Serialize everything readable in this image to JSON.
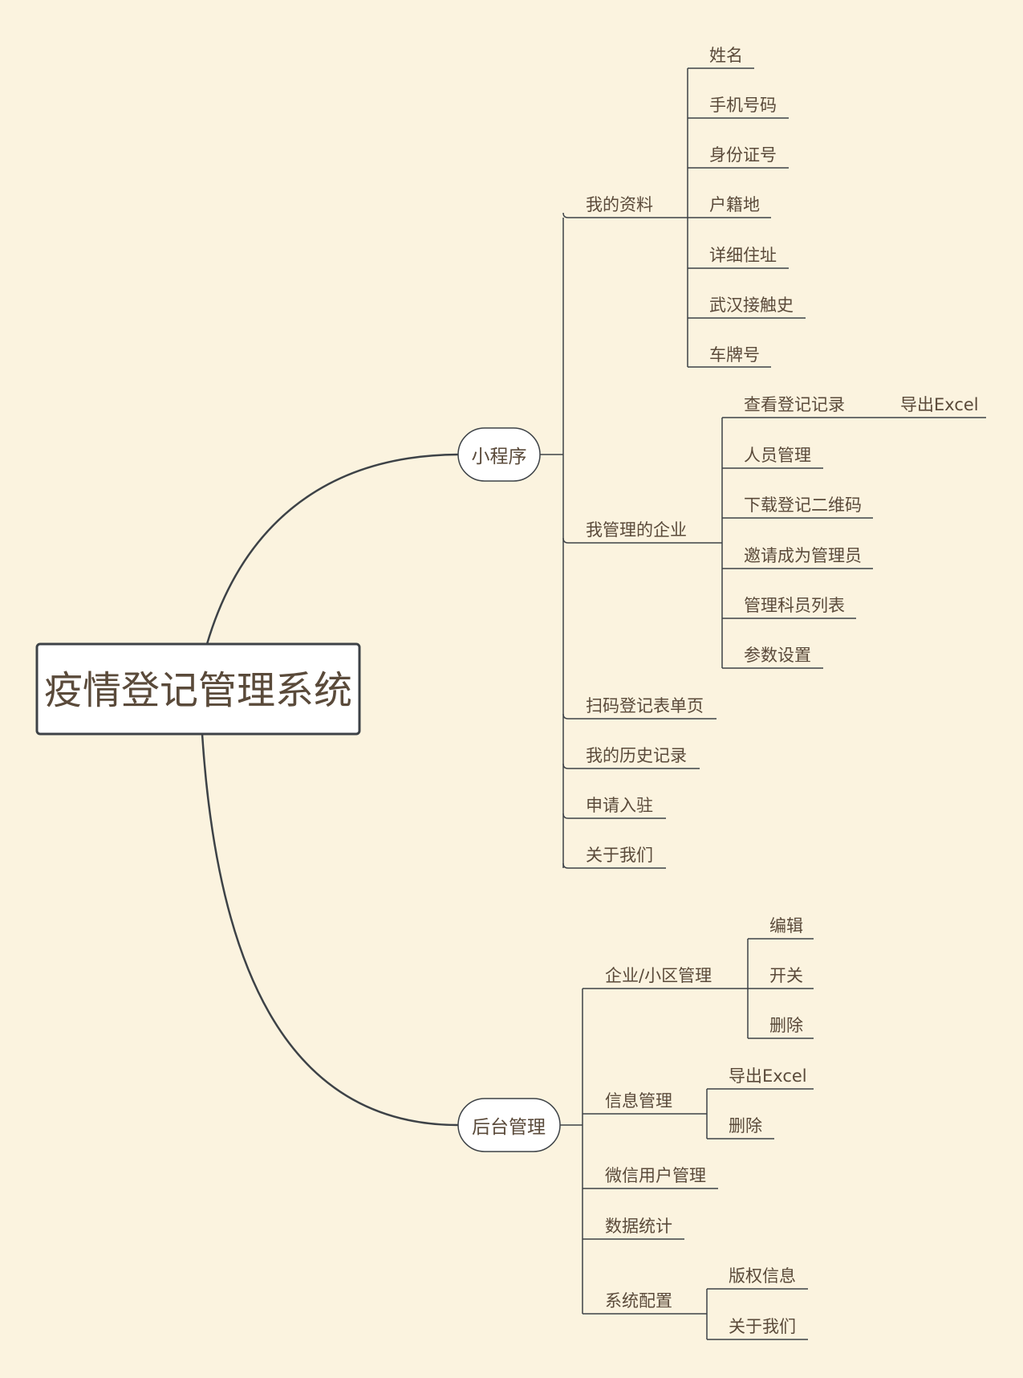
{
  "root": {
    "label": "疫情登记管理系统"
  },
  "branches": [
    {
      "label": "小程序",
      "children": [
        {
          "label": "我的资料",
          "children": [
            {
              "label": "姓名"
            },
            {
              "label": "手机号码"
            },
            {
              "label": "身份证号"
            },
            {
              "label": "户籍地"
            },
            {
              "label": "详细住址"
            },
            {
              "label": "武汉接触史"
            },
            {
              "label": "车牌号"
            }
          ]
        },
        {
          "label": "我管理的企业",
          "children": [
            {
              "label": "查看登记记录",
              "children": [
                {
                  "label": "导出Excel"
                }
              ]
            },
            {
              "label": "人员管理"
            },
            {
              "label": "下载登记二维码"
            },
            {
              "label": "邀请成为管理员"
            },
            {
              "label": "管理科员列表"
            },
            {
              "label": "参数设置"
            }
          ]
        },
        {
          "label": "扫码登记表单页"
        },
        {
          "label": "我的历史记录"
        },
        {
          "label": "申请入驻"
        },
        {
          "label": "关于我们"
        }
      ]
    },
    {
      "label": "后台管理",
      "children": [
        {
          "label": "企业/小区管理",
          "children": [
            {
              "label": "编辑"
            },
            {
              "label": "开关"
            },
            {
              "label": "删除"
            }
          ]
        },
        {
          "label": "信息管理",
          "children": [
            {
              "label": "导出Excel"
            },
            {
              "label": "删除"
            }
          ]
        },
        {
          "label": "微信用户管理"
        },
        {
          "label": "数据统计"
        },
        {
          "label": "系统配置",
          "children": [
            {
              "label": "版权信息"
            },
            {
              "label": "关于我们"
            }
          ]
        }
      ]
    }
  ],
  "colors": {
    "background": "#fbf3df",
    "line": "#3d4247",
    "text": "#5a4a3a",
    "node_fill": "#ffffff"
  }
}
